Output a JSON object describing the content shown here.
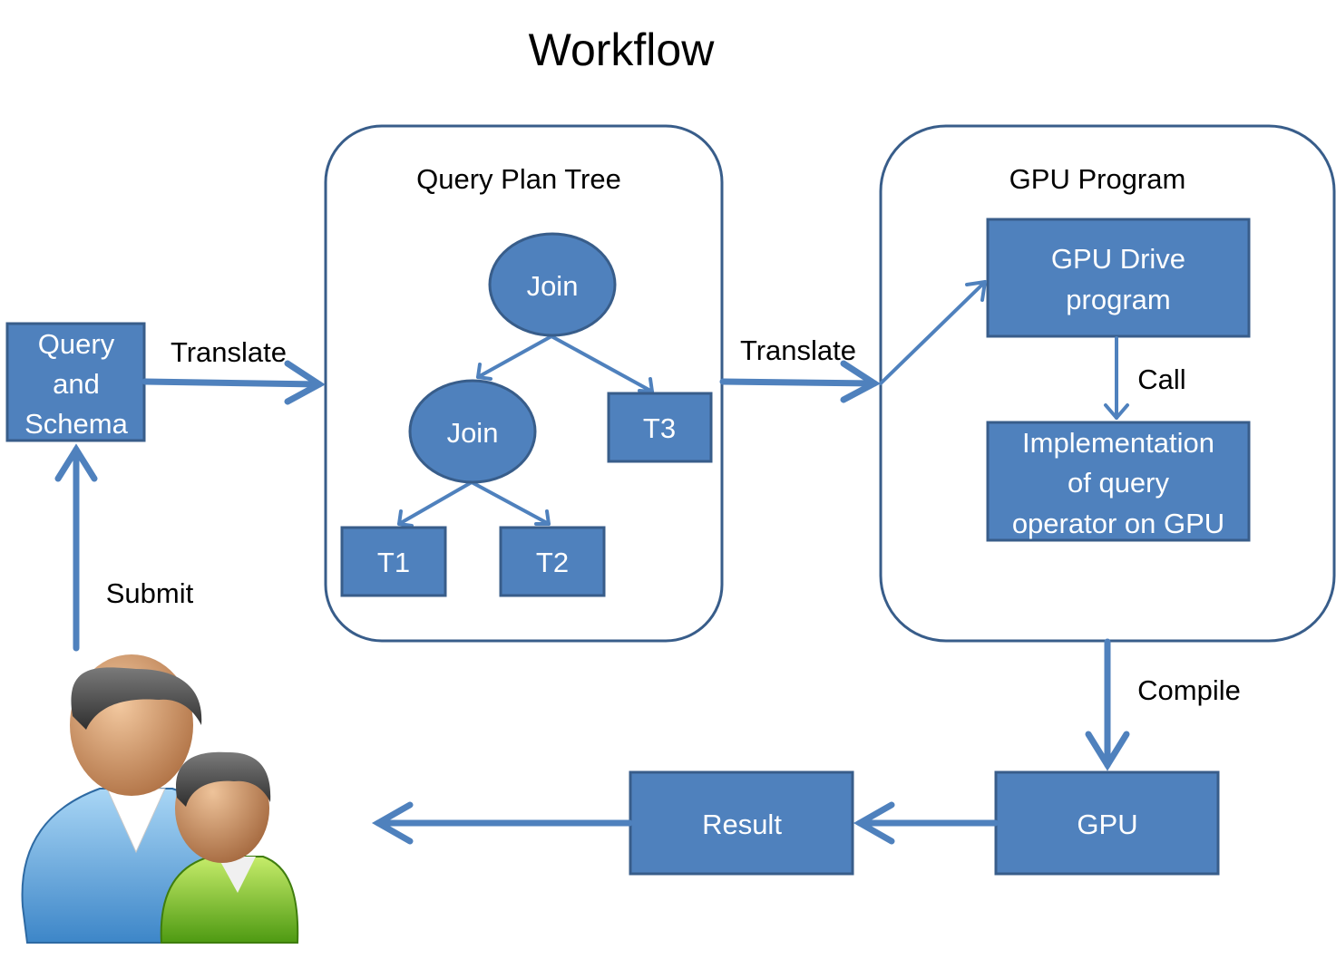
{
  "title": "Workflow",
  "colors": {
    "box_fill": "#4f81bd",
    "box_stroke": "#385d8a",
    "arrow": "#4f81bd",
    "container_stroke": "#385d8a",
    "box_text": "#ffffff",
    "label_text": "#000000"
  },
  "nodes": {
    "query_schema": [
      "Query",
      "and",
      "Schema"
    ],
    "plan_tree_title": "Query Plan Tree",
    "join_top": "Join",
    "join_mid": "Join",
    "t1": "T1",
    "t2": "T2",
    "t3": "T3",
    "gpu_program_title": "GPU Program",
    "gpu_drive": [
      "GPU Drive",
      "program"
    ],
    "implementation": [
      "Implementation",
      "of query",
      "operator on GPU"
    ],
    "gpu": "GPU",
    "result": "Result"
  },
  "edges": {
    "translate_1": "Translate",
    "translate_2": "Translate",
    "call": "Call",
    "compile": "Compile",
    "submit": "Submit"
  },
  "icons": {
    "users": "users-icon"
  }
}
